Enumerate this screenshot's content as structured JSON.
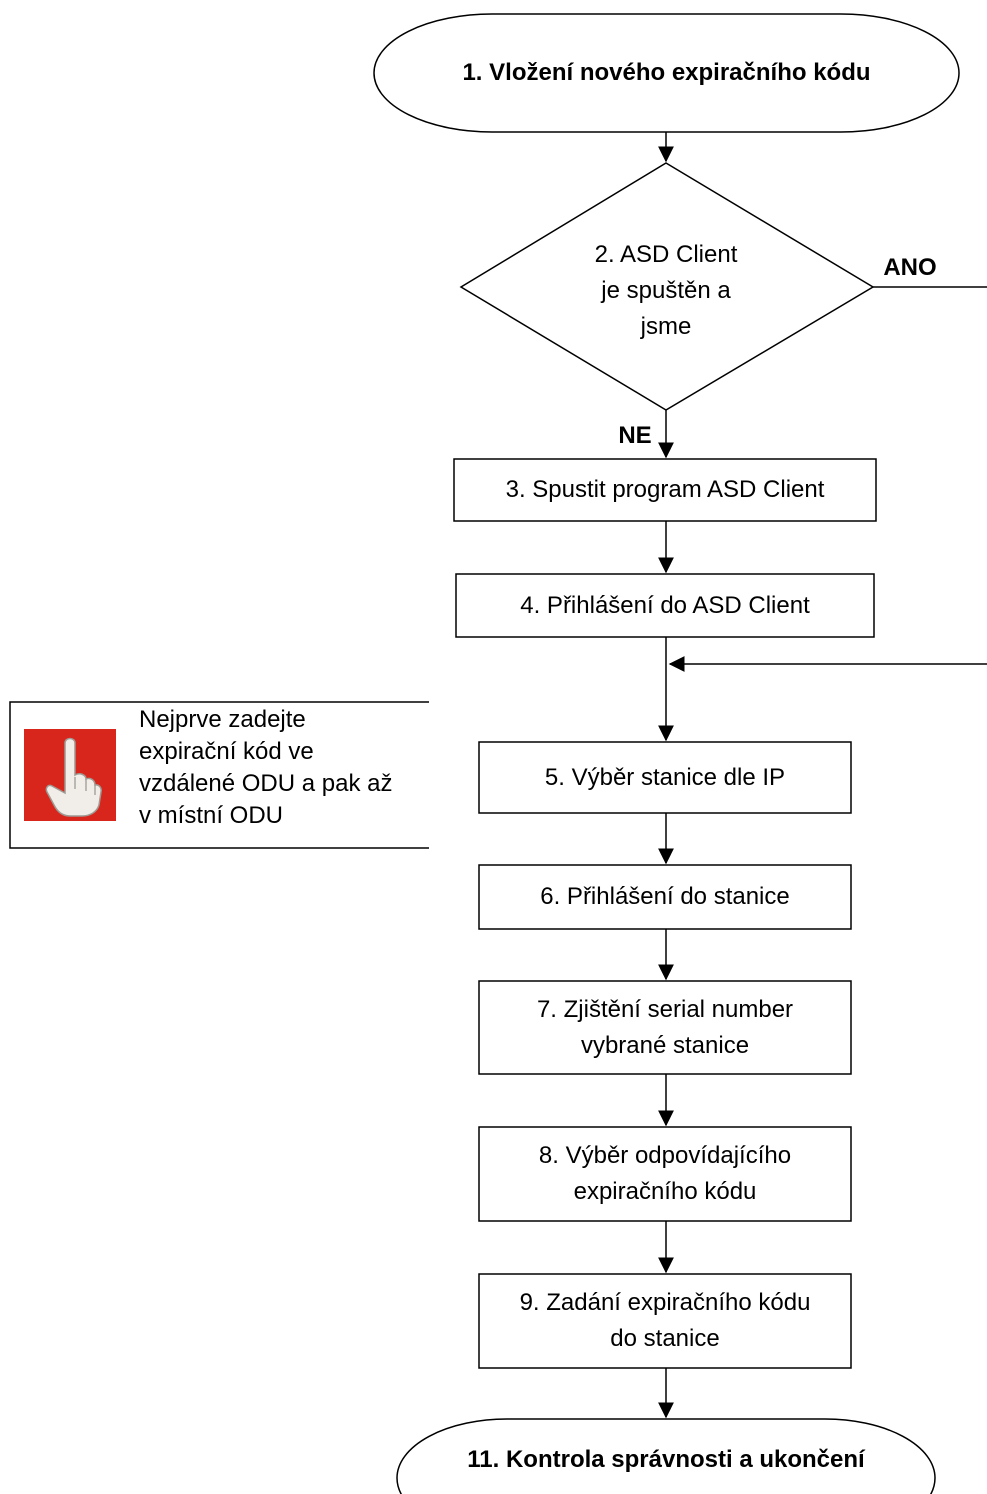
{
  "nodes": {
    "start": "1. Vložení nového expiračního kódu",
    "decision": [
      "2. ASD Client",
      "je spuštěn a",
      "jsme"
    ],
    "step3": "3. Spustit program ASD Client",
    "step4": "4. Přihlášení do ASD Client",
    "step5": "5. Výběr stanice dle IP",
    "step6": "6. Přihlášení do stanice",
    "step7": [
      "7. Zjištění serial number",
      "vybrané stanice"
    ],
    "step8": [
      "8. Výběr odpovídajícího",
      "expiračního kódu"
    ],
    "step9": [
      "9. Zadání expiračního kódu",
      "do stanice"
    ],
    "end": "11. Kontrola správnosti a ukončení"
  },
  "edge_labels": {
    "yes": "ANO",
    "no": "NE"
  },
  "note": {
    "lines": [
      "Nejprve zadejte",
      "expirační kód ve",
      "vzdálené ODU a pak až",
      "v místní ODU"
    ],
    "icon": "pointing-finger-icon"
  },
  "colors": {
    "icon_bg": "#d9261c",
    "line": "#000000"
  }
}
